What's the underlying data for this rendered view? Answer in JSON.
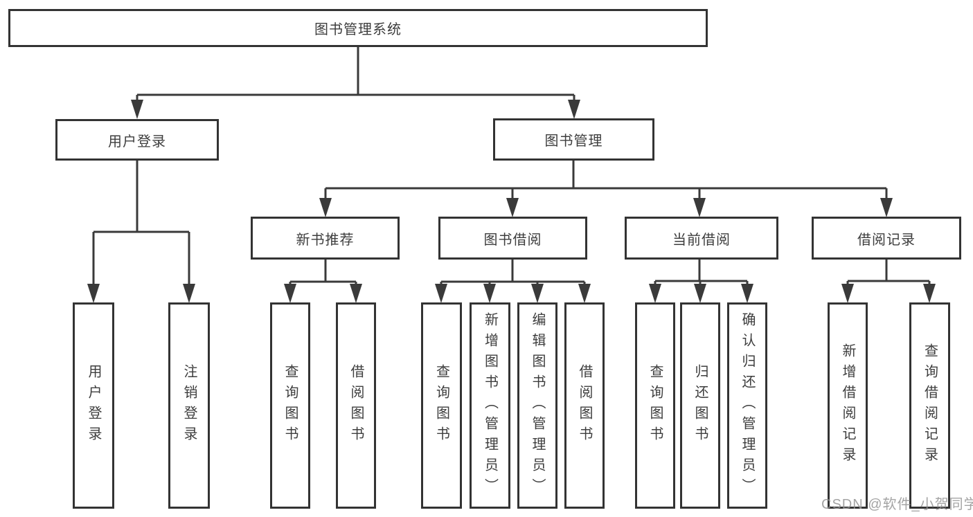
{
  "tree": {
    "root": {
      "label": "图书管理系统"
    },
    "branches": [
      {
        "label": "用户登录",
        "children": [
          {
            "label": "用户登录"
          },
          {
            "label": "注销登录"
          }
        ]
      },
      {
        "label": "图书管理",
        "groups": [
          {
            "label": "新书推荐",
            "children": [
              {
                "label": "查询图书"
              },
              {
                "label": "借阅图书"
              }
            ]
          },
          {
            "label": "图书借阅",
            "children": [
              {
                "label": "查询图书"
              },
              {
                "label": "新增图书（管理员）"
              },
              {
                "label": "编辑图书（管理员）"
              },
              {
                "label": "借阅图书"
              }
            ]
          },
          {
            "label": "当前借阅",
            "children": [
              {
                "label": "查询图书"
              },
              {
                "label": "归还图书"
              },
              {
                "label": "确认归还（管理员）"
              }
            ]
          },
          {
            "label": "借阅记录",
            "children": [
              {
                "label": "新增借阅记录"
              },
              {
                "label": "查询借阅记录"
              }
            ]
          }
        ]
      }
    ]
  },
  "watermark": {
    "text": "CSDN @软件_小贺同学"
  },
  "colors": {
    "background": "#ffffff",
    "box_border": "#333333",
    "line": "#3a3a3a",
    "text": "#3d3d3d",
    "watermark": "#949494"
  }
}
